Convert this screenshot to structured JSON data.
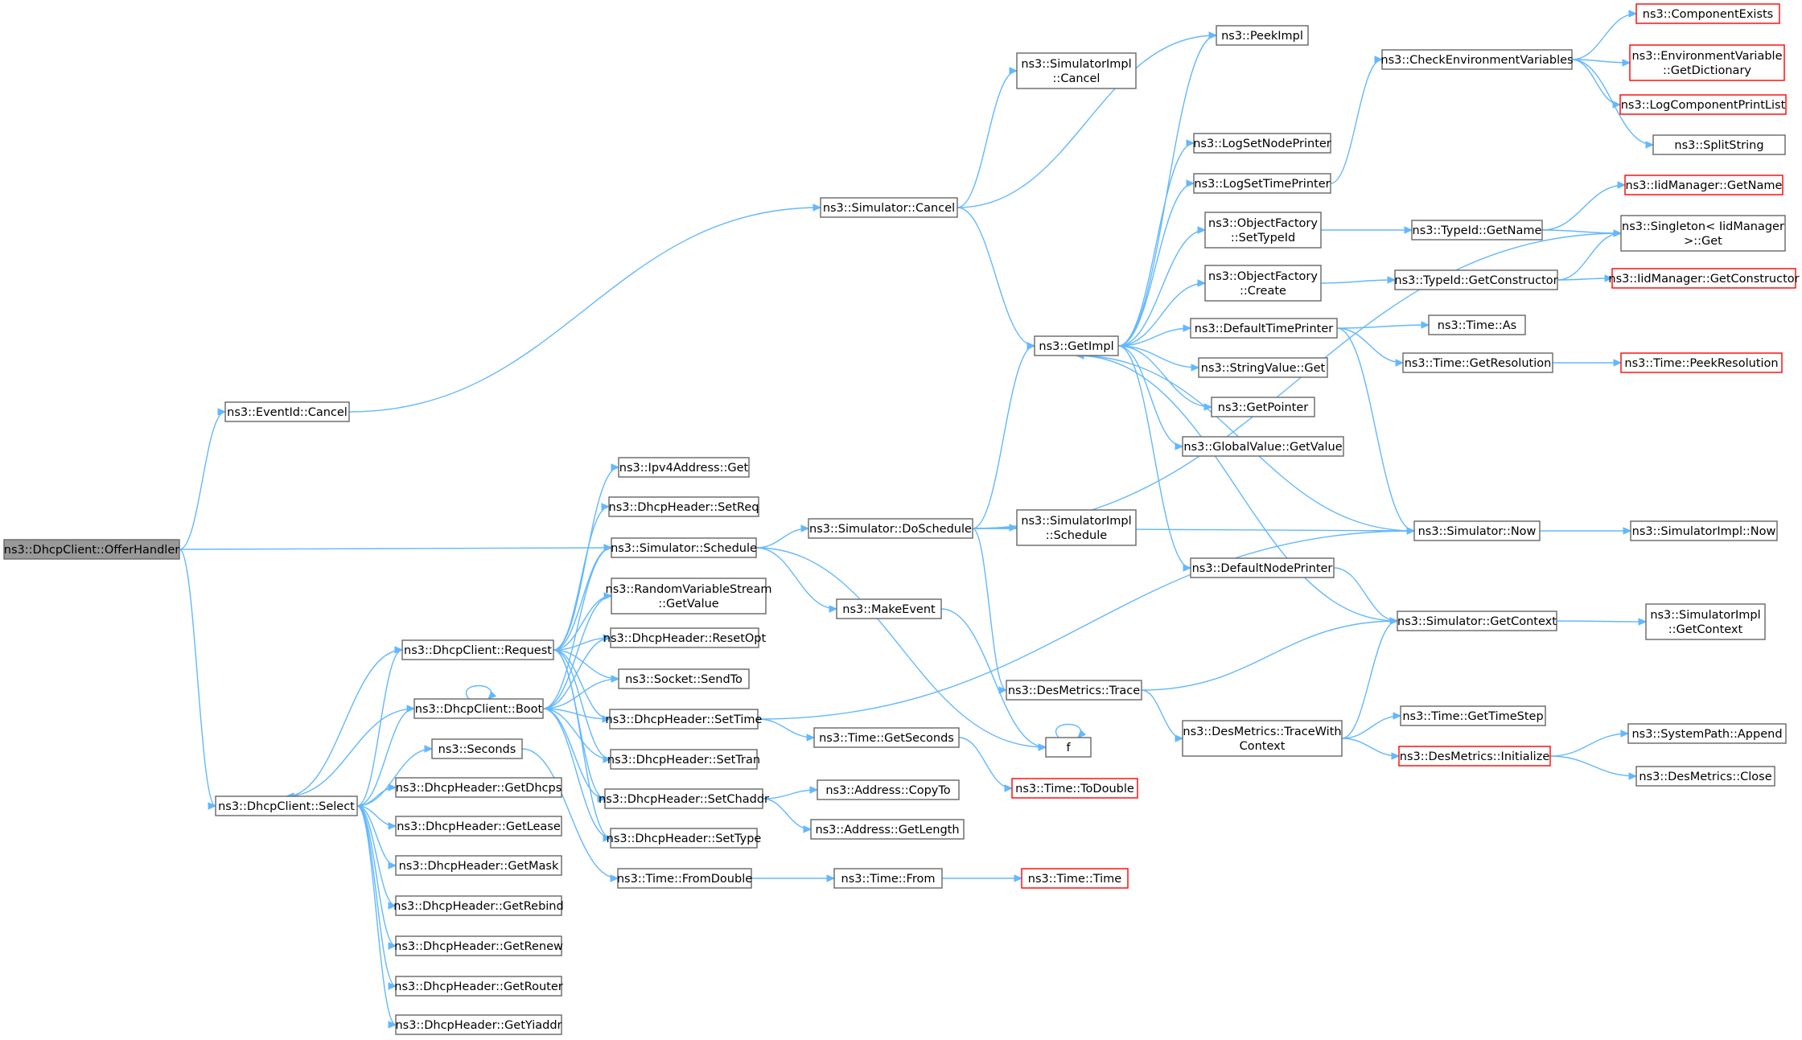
{
  "nodes": {
    "offer": [
      "ns3::DhcpClient::OfferHandler"
    ],
    "evcancel": [
      "ns3::EventId::Cancel"
    ],
    "select": [
      "ns3::DhcpClient::Select"
    ],
    "simcancel": [
      "ns3::Simulator::Cancel"
    ],
    "peekimpl": [
      "ns3::PeekImpl"
    ],
    "simimplcancel": [
      "ns3::SimulatorImpl",
      "::Cancel"
    ],
    "getimpl": [
      "ns3::GetImpl"
    ],
    "checkenv": [
      "ns3::CheckEnvironmentVariables"
    ],
    "compexists": [
      "ns3::ComponentExists"
    ],
    "envdict": [
      "ns3::EnvironmentVariable",
      "::GetDictionary"
    ],
    "logcomp": [
      "ns3::LogComponentPrintList"
    ],
    "splitstr": [
      "ns3::SplitString"
    ],
    "iidgetname": [
      "ns3::IidManager::GetName"
    ],
    "singleton": [
      "ns3::Singleton< IidManager",
      ">::Get"
    ],
    "iidgetctor": [
      "ns3::IidManager::GetConstructor"
    ],
    "peekres": [
      "ns3::Time::PeekResolution"
    ],
    "lognode": [
      "ns3::LogSetNodePrinter"
    ],
    "logtime": [
      "ns3::LogSetTimePrinter"
    ],
    "ofsettype": [
      "ns3::ObjectFactory",
      "::SetTypeId"
    ],
    "ofcreate": [
      "ns3::ObjectFactory",
      "::Create"
    ],
    "deftime": [
      "ns3::DefaultTimePrinter"
    ],
    "strget": [
      "ns3::StringValue::Get"
    ],
    "getptr": [
      "ns3::GetPointer"
    ],
    "gvget": [
      "ns3::GlobalValue::GetValue"
    ],
    "defnode": [
      "ns3::DefaultNodePrinter"
    ],
    "typename": [
      "ns3::TypeId::GetName"
    ],
    "typector": [
      "ns3::TypeId::GetConstructor"
    ],
    "timeas": [
      "ns3::Time::As"
    ],
    "timegetres": [
      "ns3::Time::GetResolution"
    ],
    "simnow": [
      "ns3::Simulator::Now"
    ],
    "implnow": [
      "ns3::SimulatorImpl::Now"
    ],
    "getctx": [
      "ns3::Simulator::GetContext"
    ],
    "implctx": [
      "ns3::SimulatorImpl",
      "::GetContext"
    ],
    "timestep": [
      "ns3::Time::GetTimeStep"
    ],
    "syspath": [
      "ns3::SystemPath::Append"
    ],
    "desinit": [
      "ns3::DesMetrics::Initialize"
    ],
    "desclose": [
      "ns3::DesMetrics::Close"
    ],
    "destrace": [
      "ns3::DesMetrics::Trace"
    ],
    "destracectx": [
      "ns3::DesMetrics::TraceWith",
      "Context"
    ],
    "ipv4get": [
      "ns3::Ipv4Address::Get"
    ],
    "setreq": [
      "ns3::DhcpHeader::SetReq"
    ],
    "schedule": [
      "ns3::Simulator::Schedule"
    ],
    "rvs": [
      "ns3::RandomVariableStream",
      "::GetValue"
    ],
    "resetopt": [
      "ns3::DhcpHeader::ResetOpt"
    ],
    "sendto": [
      "ns3::Socket::SendTo"
    ],
    "settime": [
      "ns3::DhcpHeader::SetTime"
    ],
    "settran": [
      "ns3::DhcpHeader::SetTran"
    ],
    "setchaddr": [
      "ns3::DhcpHeader::SetChaddr"
    ],
    "settype": [
      "ns3::DhcpHeader::SetType"
    ],
    "request": [
      "ns3::DhcpClient::Request"
    ],
    "boot": [
      "ns3::DhcpClient::Boot"
    ],
    "seconds": [
      "ns3::Seconds"
    ],
    "getdhcps": [
      "ns3::DhcpHeader::GetDhcps"
    ],
    "getlease": [
      "ns3::DhcpHeader::GetLease"
    ],
    "getmask": [
      "ns3::DhcpHeader::GetMask"
    ],
    "getrebind": [
      "ns3::DhcpHeader::GetRebind"
    ],
    "getrenew": [
      "ns3::DhcpHeader::GetRenew"
    ],
    "getrouter": [
      "ns3::DhcpHeader::GetRouter"
    ],
    "getyiaddr": [
      "ns3::DhcpHeader::GetYiaddr"
    ],
    "doschedule": [
      "ns3::Simulator::DoSchedule"
    ],
    "implschedule": [
      "ns3::SimulatorImpl",
      "::Schedule"
    ],
    "makeevent": [
      "ns3::MakeEvent"
    ],
    "f": [
      "f"
    ],
    "getsec": [
      "ns3::Time::GetSeconds"
    ],
    "todouble": [
      "ns3::Time::ToDouble"
    ],
    "copyto": [
      "ns3::Address::CopyTo"
    ],
    "getlength": [
      "ns3::Address::GetLength"
    ],
    "fromdouble": [
      "ns3::Time::FromDouble"
    ],
    "timefrom": [
      "ns3::Time::From"
    ],
    "timetime": [
      "ns3::Time::Time"
    ]
  },
  "colors": {
    "edge": "#63b8ff",
    "node_border": "#666666",
    "root_fill": "#999999",
    "red_border": "#ff0000"
  }
}
